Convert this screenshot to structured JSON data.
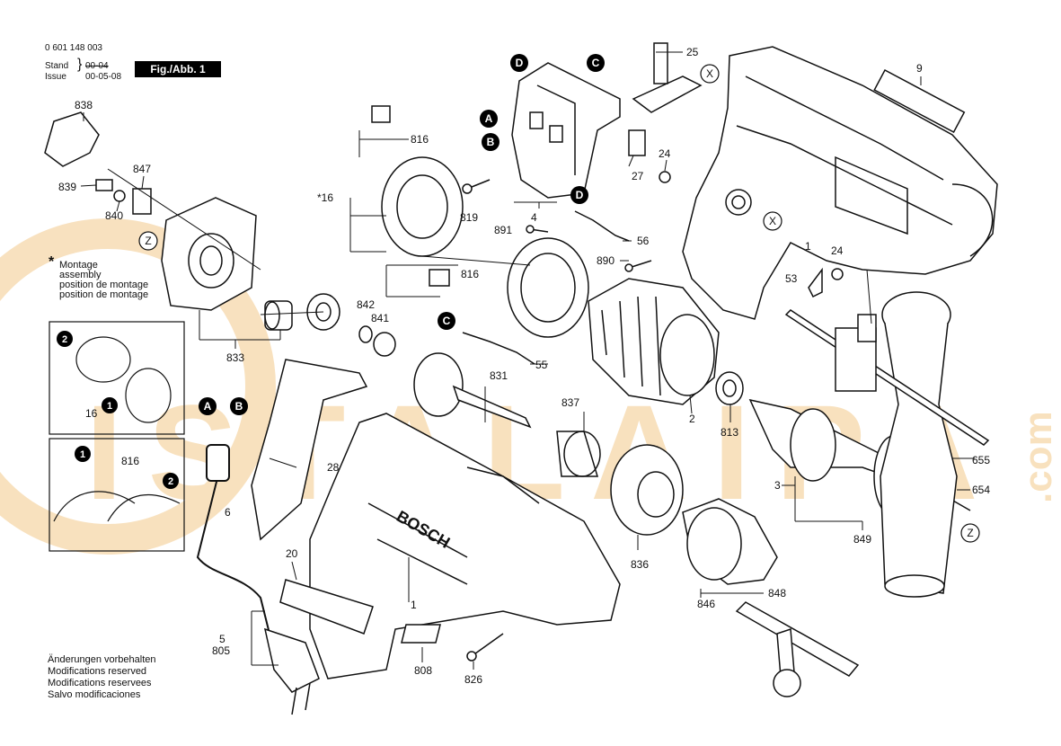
{
  "header": {
    "doc_number": "0 601 148 003",
    "stand_label": "Stand",
    "issue_label": "Issue",
    "stand_date_old": "00-04",
    "issue_date": "00-05-08",
    "figure_label": "Fig./Abb. 1"
  },
  "watermark": {
    "text": "ISTALAIPA",
    "domain": ".com",
    "color": "#f3c98a"
  },
  "montage_note": {
    "star": "*",
    "lines": [
      "Montage",
      "assembly",
      "position de montage",
      "position de montage"
    ]
  },
  "footer_note": {
    "lines": [
      "Änderungen vorbehalten",
      "Modifications reserved",
      "Modifications reservees",
      "Salvo modificaciones"
    ]
  },
  "brand": "BOSCH",
  "callouts": {
    "A": "A",
    "B": "B",
    "C": "C",
    "D": "D",
    "X": "X",
    "Z": "Z",
    "step1": "1",
    "step2": "2"
  },
  "parts": {
    "p838": "838",
    "p847": "847",
    "p839": "839",
    "p840": "840",
    "p16": "16",
    "p16star": "*16",
    "p816a": "816",
    "p816b": "816",
    "p816c": "816",
    "p819": "819",
    "p4": "4",
    "p891": "891",
    "p56": "56",
    "p890": "890",
    "p842": "842",
    "p841": "841",
    "p833": "833",
    "p831": "831",
    "p55": "55",
    "p837": "837",
    "p836": "836",
    "p2": "2",
    "p813": "813",
    "p3": "3",
    "p849": "849",
    "p846": "846",
    "p848": "848",
    "p25": "25",
    "p27": "27",
    "p24a": "24",
    "p24b": "24",
    "p53": "53",
    "p1a": "1",
    "p1b": "1",
    "p9": "9",
    "p655": "655",
    "p654": "654",
    "p28": "28",
    "p6": "6",
    "p20": "20",
    "p808": "808",
    "p826": "826",
    "p5": "5",
    "p805": "805"
  }
}
